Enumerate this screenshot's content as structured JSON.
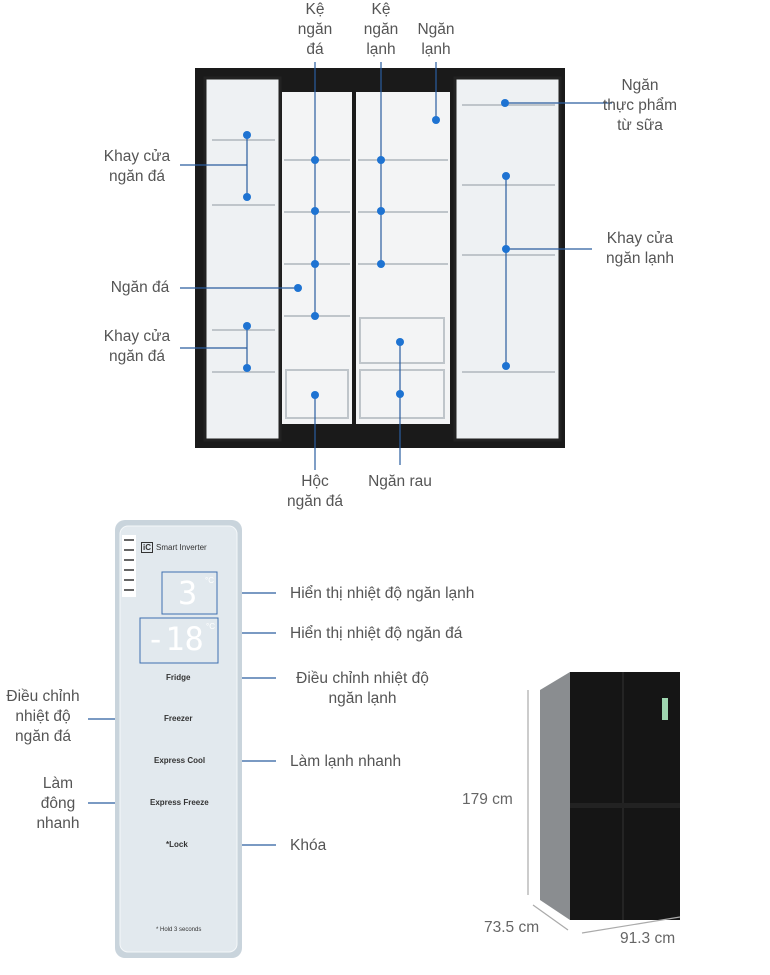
{
  "fridge_interior": {
    "labels": {
      "freezer_shelf": "Kệ\nngăn\nđá",
      "fridge_shelf": "Kệ\nngăn\nlạnh",
      "fridge_compartment": "Ngăn\nlạnh",
      "dairy_compartment": "Ngăn\nthực phẩm\ntừ sữa",
      "freezer_door_tray_top": "Khay cửa\nngăn đá",
      "freezer_compartment": "Ngăn đá",
      "freezer_door_tray_bottom": "Khay cửa\nngăn đá",
      "fridge_door_tray": "Khay cửa\nngăn lạnh",
      "freezer_drawer": "Hộc\nngăn đá",
      "vegetable_drawer": "Ngăn rau"
    }
  },
  "control_panel": {
    "brand_badge": "iC",
    "brand_text": "Smart Inverter",
    "fridge_temp": "3",
    "freezer_temp": "-18",
    "temp_unit": "°C",
    "buttons": [
      "Fridge",
      "Freezer",
      "Express Cool",
      "Express Freeze",
      "*Lock"
    ],
    "footnote": "* Hold 3 seconds",
    "callouts": {
      "fridge_display": "Hiển thị nhiệt độ ngăn lạnh",
      "freezer_display": "Hiển thị nhiệt độ ngăn đá",
      "fridge_adjust": "Điều chỉnh nhiệt độ\nngăn lạnh",
      "freezer_adjust": "Điều chỉnh\nnhiệt độ\nngăn đá",
      "express_cool": "Làm lạnh nhanh",
      "express_freeze": "Làm\nđông\nnhanh",
      "lock": "Khóa"
    }
  },
  "dimensions": {
    "height": "179 cm",
    "depth": "73.5 cm",
    "width": "91.3 cm"
  },
  "colors": {
    "callout_line": "#2a5d9f",
    "dot": "#1e73d2",
    "fridge_body": "#151515"
  }
}
